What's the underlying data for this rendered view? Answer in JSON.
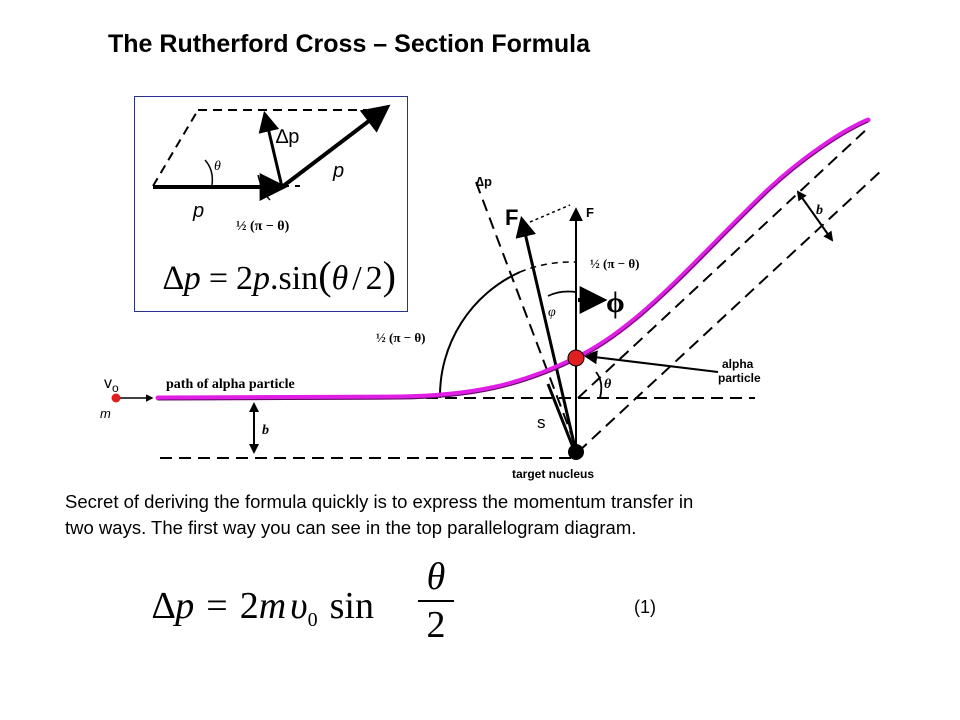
{
  "title": "The Rutherford Cross – Section Formula",
  "inset": {
    "delta_p_label": "∆p",
    "p_label_right": "p",
    "p_label_left": "p",
    "theta_label": "θ",
    "half_angle_label": "½ (π − θ)",
    "formula": {
      "lhs": "∆p",
      "eq": "=",
      "coef": "2",
      "var": "p",
      "dot": ".",
      "fn": "sin",
      "arg_num": "θ",
      "slash": "/",
      "arg_den": "2"
    }
  },
  "main": {
    "delta_p_label": "∆p",
    "F_label": "F",
    "Fs_label": "F",
    "half_angle_top": "½ (π − θ)",
    "half_angle_left": "½ (π − θ)",
    "b_top": "b",
    "b_bottom": "b",
    "phi_label": "φ",
    "phi_big_label": "ϕ",
    "theta_label": "θ",
    "alpha_particle_label_1": "alpha",
    "alpha_particle_label_2": "particle",
    "path_label": "path of alpha particle",
    "target_label": "target nucleus",
    "v0_label": "v",
    "v0_sub": "o",
    "m_label": "m",
    "s_label": "s"
  },
  "colors": {
    "path": "#e01ee6",
    "particle": "#e02020",
    "box_border": "#2b2f8f"
  },
  "description": {
    "line1": "Secret of deriving the formula quickly is to express the momentum transfer in",
    "line2": "two ways.  The first way you can see in the top parallelogram diagram."
  },
  "equation": {
    "lhs": "∆p",
    "eq": "=",
    "coef": "2",
    "m": "m",
    "v": "υ",
    "sub": "0",
    "fn": "sin",
    "num": "θ",
    "den": "2",
    "number": "(1)"
  }
}
